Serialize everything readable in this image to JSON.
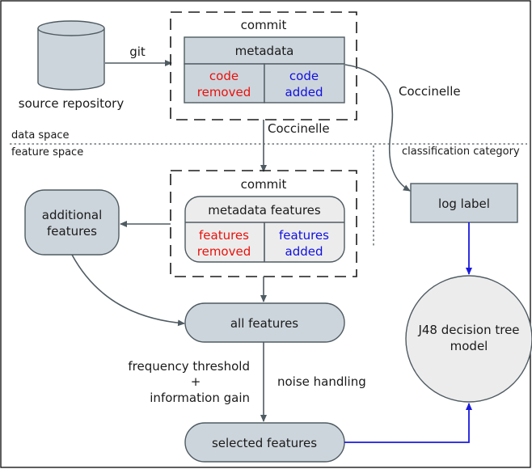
{
  "labels": {
    "source_repository": "source repository",
    "git": "git",
    "commit_top": "commit",
    "metadata": "metadata",
    "code_removed": [
      "code",
      "removed"
    ],
    "code_added": [
      "code",
      "added"
    ],
    "coccinelle_right": "Coccinelle",
    "coccinelle_mid": "Coccinelle",
    "data_space": "data space",
    "feature_space": "feature space",
    "classification_category": "classification category",
    "log_label": "log label",
    "commit_bottom": "commit",
    "metadata_features": "metadata features",
    "features_removed": [
      "features",
      "removed"
    ],
    "features_added": [
      "features",
      "added"
    ],
    "additional_features": [
      "additional",
      "features"
    ],
    "all_features": "all features",
    "frequency_threshold": "frequency threshold",
    "plus": "+",
    "information_gain": "information gain",
    "noise_handling": "noise handling",
    "selected_features": "selected features",
    "j48": [
      "J48 decision tree",
      "model"
    ]
  },
  "colors": {
    "box_fill": "#cdd5dc",
    "light_fill": "#ececec",
    "stroke": "#4f5b62",
    "removed_text": "#e8120c",
    "added_text": "#1010e0",
    "blue_arrow": "#1a1adc"
  }
}
